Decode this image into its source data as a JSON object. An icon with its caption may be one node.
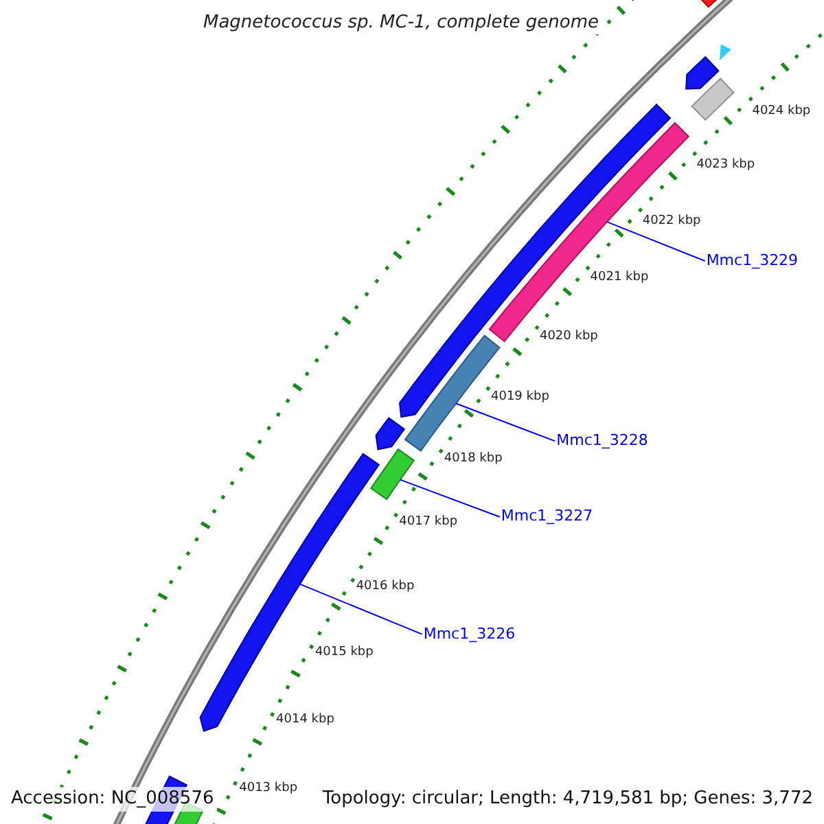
{
  "diagram": {
    "title": "Magnetococcus sp. MC-1, complete genome",
    "nodes": [
      {
        "text": [
          "Mmc1_3229"
        ]
      },
      {
        "text": [],
        "shape": "bar"
      },
      {
        "text": [
          "Mmc1_3228"
        ]
      },
      {
        "text": [],
        "shape": "bar"
      },
      {
        "text": [
          "Mmc1_3227"
        ]
      },
      {
        "text": [],
        "shape": "bar"
      },
      {
        "text": [
          "Mmc1_3226"
        ]
      },
      {
        "text": [],
        "shape": "arrow"
      }
    ],
    "edges": [
      {
        "from": 0,
        "to": 1,
        "arrow": "none"
      },
      {
        "from": 2,
        "to": 3,
        "arrow": "none"
      },
      {
        "from": 4,
        "to": 5,
        "arrow": "none"
      },
      {
        "from": 6,
        "to": 7,
        "arrow": "none"
      }
    ],
    "labels": [
      "4024 kbp",
      "4023 kbp",
      "4022 kbp",
      "4021 kbp",
      "4020 kbp",
      "4019 kbp",
      "4018 kbp",
      "4017 kbp",
      "4016 kbp",
      "4015 kbp",
      "4014 kbp",
      "4013 kbp",
      "Accession: NC_008576",
      "Topology: circular; Length: 4,719,581 bp; Genes: 3,772"
    ]
  }
}
